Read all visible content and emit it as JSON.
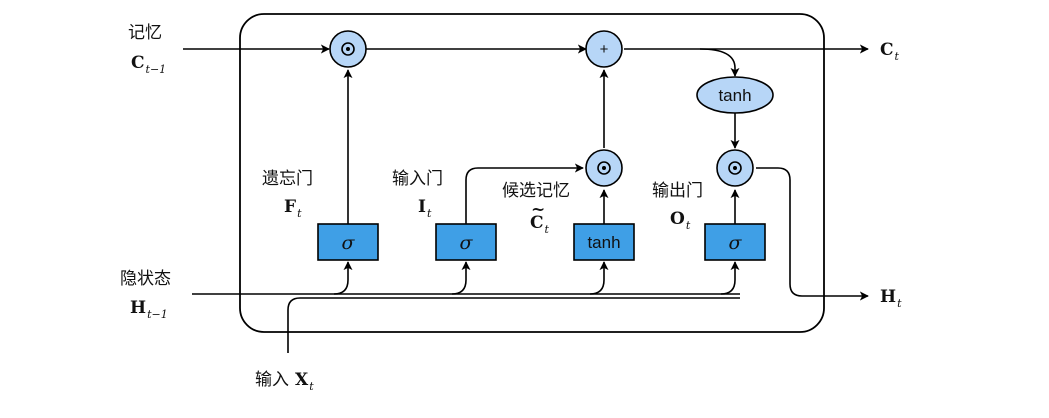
{
  "colors": {
    "box_fill": "#3f9fe6",
    "op_fill": "#b7d6f7",
    "line": "#000000"
  },
  "inputs": {
    "memory_label": "记忆",
    "memory_symbol": "C",
    "memory_sub": "t−1",
    "hidden_label": "隐状态",
    "hidden_symbol": "H",
    "hidden_sub": "t−1",
    "input_label": "输入",
    "input_symbol": "X",
    "input_sub": "t"
  },
  "outputs": {
    "c_symbol": "C",
    "c_sub": "t",
    "h_symbol": "H",
    "h_sub": "t"
  },
  "gates": {
    "forget_label": "遗忘门",
    "forget_symbol": "F",
    "forget_sub": "t",
    "input_label": "输入门",
    "input_symbol": "I",
    "input_sub": "t",
    "candidate_label": "候选记忆",
    "candidate_symbol": "C",
    "candidate_tilde": "~",
    "candidate_sub": "t",
    "output_label": "输出门",
    "output_symbol": "O",
    "output_sub": "t"
  },
  "blocks": {
    "sigma": "σ",
    "tanh": "tanh"
  },
  "ops": {
    "mul": "⊙",
    "add": "+",
    "tanh": "tanh"
  }
}
